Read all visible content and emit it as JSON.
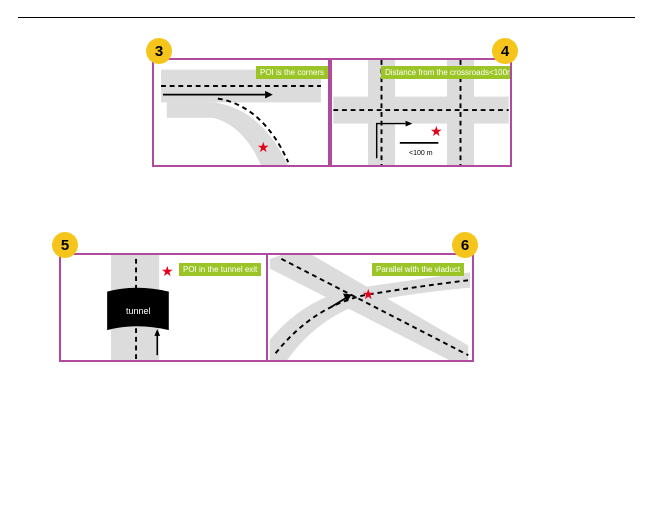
{
  "scenarios": [
    {
      "number": "3",
      "caption": "POI is the corners"
    },
    {
      "number": "4",
      "caption": "Distance from the crossroads<100m",
      "distance_note": "<100 m"
    },
    {
      "number": "5",
      "caption": "POI in the tunnel exit",
      "tunnel_label": "tunnel"
    },
    {
      "number": "6",
      "caption": "Parallel with the viaduct"
    }
  ],
  "colors": {
    "frame": "#b04a9e",
    "badge": "#f5c51b",
    "caption_bg": "#9bc526",
    "road": "#dcdcdc",
    "poi_star": "#e3001b",
    "tunnel": "#000000"
  },
  "icons": {
    "poi": "red-star-icon",
    "direction": "arrow-icon"
  }
}
